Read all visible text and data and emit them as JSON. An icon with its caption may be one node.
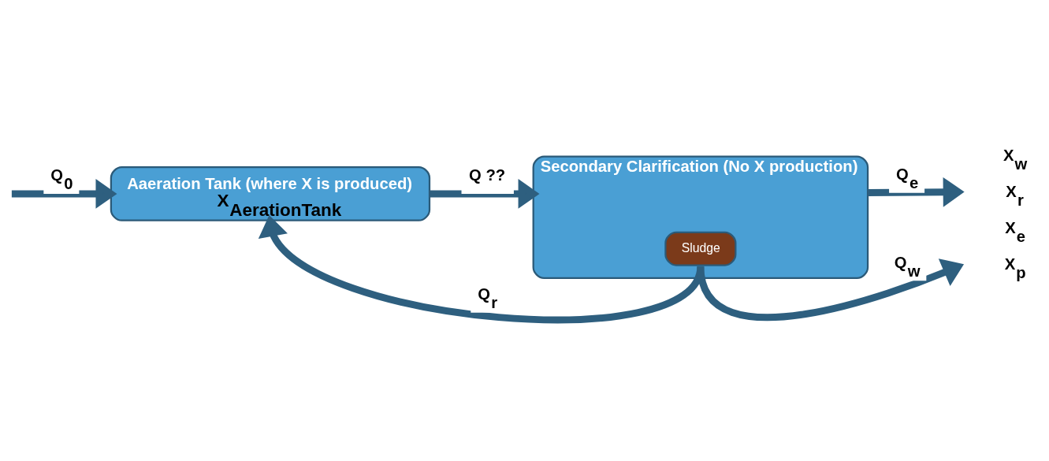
{
  "diagram": {
    "nodes": [
      {
        "text": [
          "Aaeration Tank (where X is produced)",
          "X$_{AerationTank}$"
        ]
      },
      {
        "text": [
          "Secondary Clarification (No X production)"
        ]
      },
      {
        "text": [
          "Sludge"
        ],
        "in": 1
      }
    ],
    "edges": [
      {
        "from": null,
        "to": 0,
        "arrow": "to",
        "label": "Q$_{0}$"
      },
      {
        "from": 0,
        "to": 1,
        "arrow": "to",
        "label": "Q ??"
      },
      {
        "from": 1,
        "to": null,
        "arrow": "to",
        "label": "Q$_{e}$"
      },
      {
        "from": 2,
        "to": 0,
        "arrow": "to",
        "label": "Q$_{r}$"
      },
      {
        "from": 2,
        "to": null,
        "arrow": "to",
        "label": "Q$_{w}$"
      }
    ],
    "labels": [
      "X$_{p}$",
      "X$_{e}$",
      "X$_{r}$",
      "X$_{w}$"
    ]
  }
}
